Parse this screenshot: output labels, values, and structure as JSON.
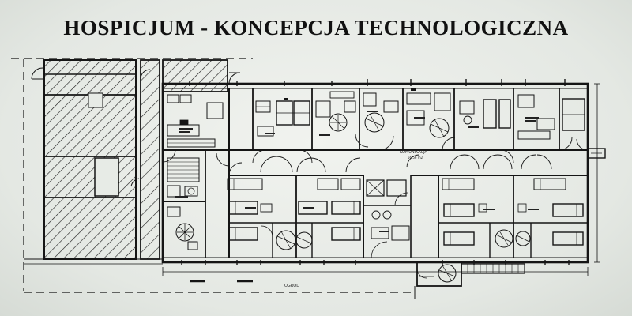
{
  "title": "HOSPICJUM - KONCEPCJA TECHNOLOGICZNA",
  "plan": {
    "corridor_label": "KOMUNIKACJA",
    "corridor_area": "56,56 m2",
    "exterior_label": "OGRÓD"
  },
  "colors": {
    "line": "#151515",
    "background": "#e7ebe6"
  }
}
